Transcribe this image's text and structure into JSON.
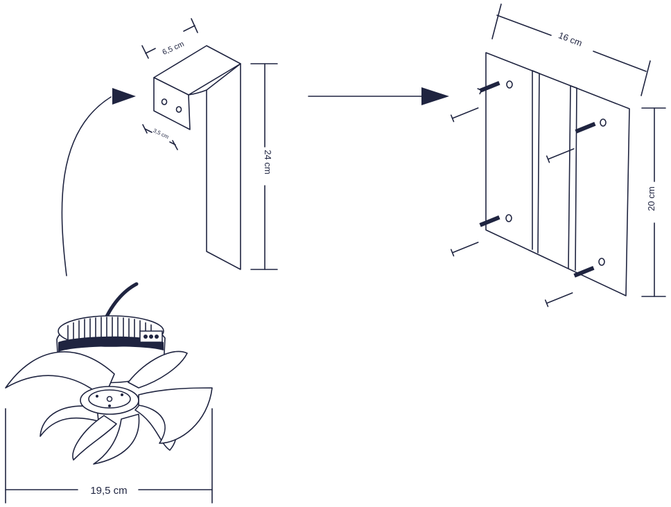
{
  "colors": {
    "ink": "#1f2440",
    "background": "#ffffff"
  },
  "bracket": {
    "dim_top": "6,5 cm",
    "dim_tab": "3,5 cm",
    "dim_height": "24 cm"
  },
  "plate": {
    "dim_width": "16 cm",
    "dim_height": "20 cm"
  },
  "fan": {
    "dim_width": "19,5 cm"
  }
}
